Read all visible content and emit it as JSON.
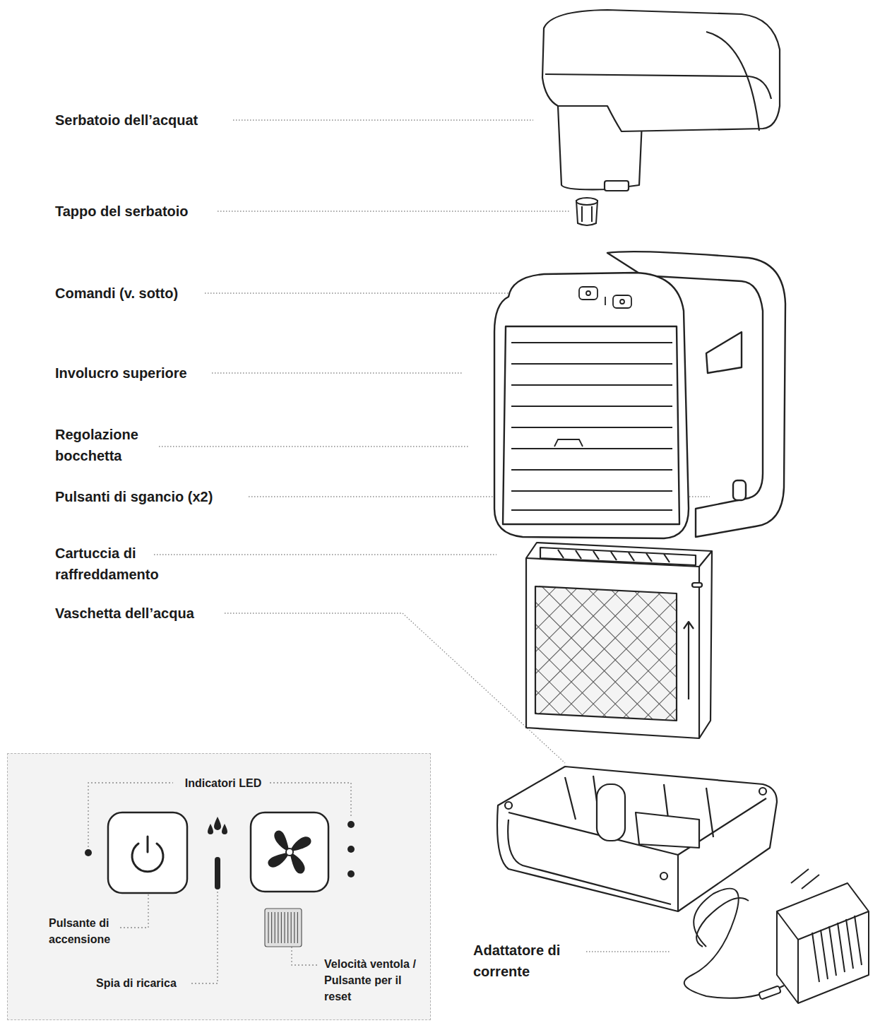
{
  "diagram": {
    "nodes": [
      {
        "text": [
          "Indicatori LED",
          "Pulsante di accensione",
          "Spia di ricarica",
          "Velocità ventola / Pulsante per il reset"
        ]
      }
    ],
    "labels": [
      "Serbatoio dell’acquat",
      "Tappo del serbatoio",
      "Comandi (v. sotto)",
      "Involucro superiore",
      "Regolazione bocchetta",
      "Pulsanti di sgancio (x2)",
      "Cartuccia di raffreddamento",
      "Vaschetta dell’acqua",
      "Adattatore di corrente"
    ]
  }
}
